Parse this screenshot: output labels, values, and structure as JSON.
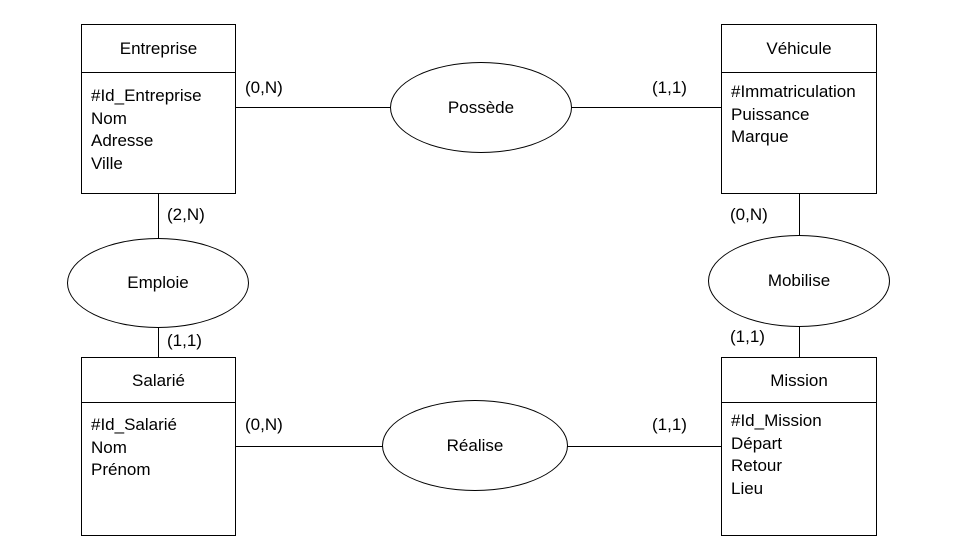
{
  "entities": {
    "entreprise": {
      "name": "Entreprise",
      "attributes": [
        "#Id_Entreprise",
        "Nom",
        "Adresse",
        "Ville"
      ]
    },
    "vehicule": {
      "name": "Véhicule",
      "attributes": [
        "#Immatriculation",
        "Puissance",
        "Marque"
      ]
    },
    "salarie": {
      "name": "Salarié",
      "attributes": [
        "#Id_Salarié",
        "Nom",
        "Prénom"
      ]
    },
    "mission": {
      "name": "Mission",
      "attributes": [
        "#Id_Mission",
        "Départ",
        "Retour",
        "Lieu"
      ]
    }
  },
  "relations": {
    "possede": {
      "name": "Possède",
      "card_left": "(0,N)",
      "card_right": "(1,1)"
    },
    "emploie": {
      "name": "Emploie",
      "card_top": "(2,N)",
      "card_bottom": "(1,1)"
    },
    "mobilise": {
      "name": "Mobilise",
      "card_top": "(0,N)",
      "card_bottom": "(1,1)"
    },
    "realise": {
      "name": "Réalise",
      "card_left": "(0,N)",
      "card_right": "(1,1)"
    }
  }
}
